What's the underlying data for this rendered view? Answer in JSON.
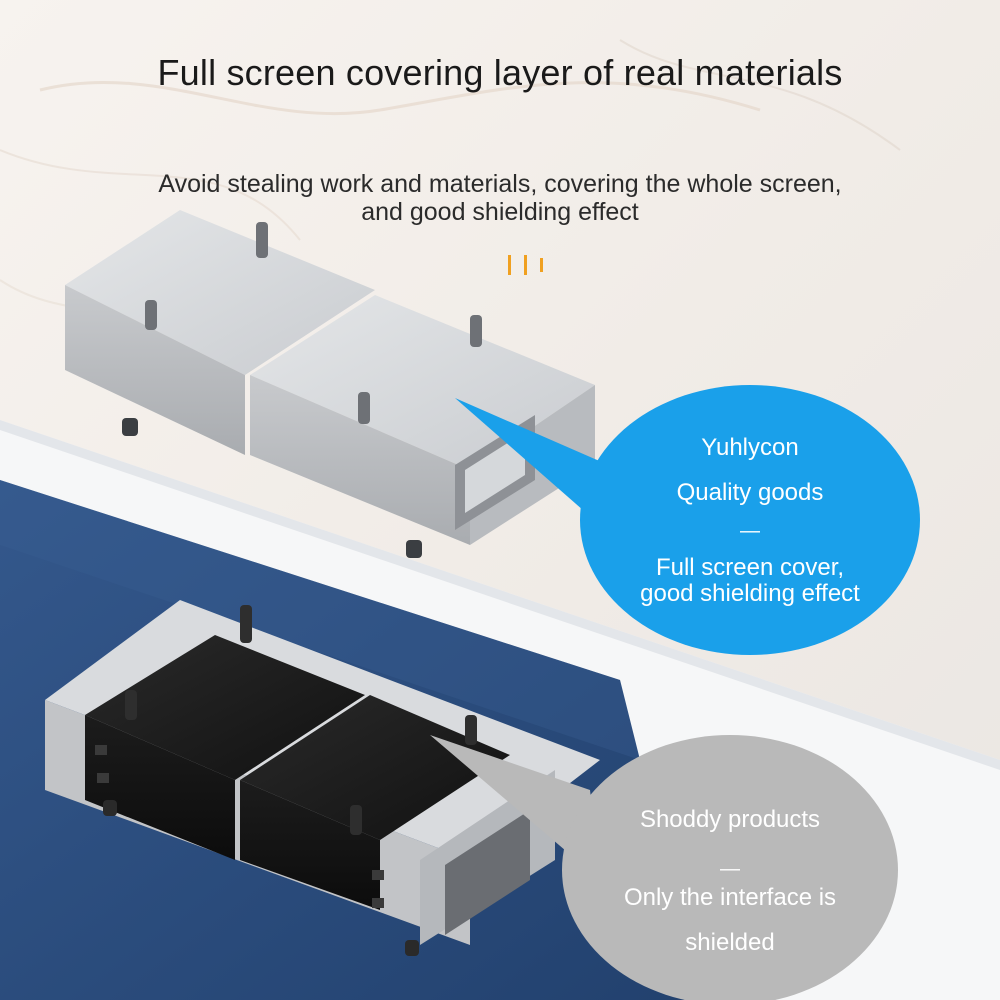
{
  "header": {
    "title": "Full screen covering layer of real materials",
    "subtitle_line1": "Avoid stealing work and materials, covering the whole screen,",
    "subtitle_line2": "and good shielding effect"
  },
  "good_callout": {
    "brand": "Yuhlycon",
    "label": "Quality goods",
    "divider": "—",
    "desc_line1": "Full screen cover,",
    "desc_line2": "good shielding effect"
  },
  "bad_callout": {
    "label": "Shoddy products",
    "divider": "—",
    "desc_line1": "Only the interface is",
    "desc_line2": "shielded"
  },
  "colors": {
    "accent_orange": "#f0a020",
    "good_bubble": "#1aa0ea",
    "bad_bubble": "#b9b9b9",
    "table_blue": "#2b4f82"
  },
  "icons": [
    "down-arrow-marks-icon"
  ]
}
